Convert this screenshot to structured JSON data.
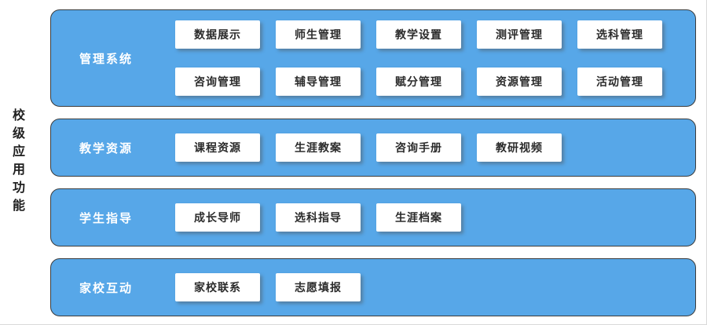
{
  "side_label": "校级应用功能",
  "colors": {
    "panel_blue": "#57A7E8",
    "chip_bg": "#FFFFFF",
    "chip_text": "#2B2B2B",
    "label_text": "#FFFFFF"
  },
  "groups": [
    {
      "label": "管理系统",
      "rows": [
        [
          "数据展示",
          "师生管理",
          "教学设置",
          "测评管理",
          "选科管理"
        ],
        [
          "咨询管理",
          "辅导管理",
          "赋分管理",
          "资源管理",
          "活动管理"
        ]
      ]
    },
    {
      "label": "教学资源",
      "rows": [
        [
          "课程资源",
          "生涯教案",
          "咨询手册",
          "教研视频"
        ]
      ]
    },
    {
      "label": "学生指导",
      "rows": [
        [
          "成长导师",
          "选科指导",
          "生涯档案"
        ]
      ]
    },
    {
      "label": "家校互动",
      "rows": [
        [
          "家校联系",
          "志愿填报"
        ]
      ]
    }
  ]
}
